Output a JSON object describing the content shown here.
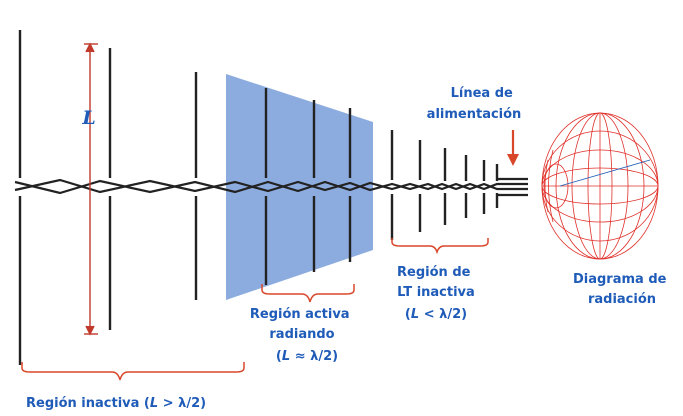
{
  "diagram": {
    "length_symbol": "L",
    "feed_line_label": [
      "Línea de",
      "alimentación"
    ],
    "active_region_label": [
      "Región activa",
      "radiando"
    ],
    "active_region_condition_paren": "(",
    "active_region_condition_var": "L",
    "active_region_condition_rest": " ≈ λ/2)",
    "lt_inactive_label": [
      "Región de",
      "LT inactiva"
    ],
    "lt_inactive_condition_paren": "(",
    "lt_inactive_condition_var": "L",
    "lt_inactive_condition_rest": " < λ/2)",
    "radiation_pattern_label": [
      "Diagrama de",
      "radiación"
    ],
    "inactive_region_label_prefix": "Región inactiva (",
    "inactive_region_label_var": "L",
    "inactive_region_label_rest": " > λ/2)"
  },
  "colors": {
    "element": "#222222",
    "dimension": "#c0392b",
    "active_fill": "#7fa3dc",
    "label_blue": "#1f5bb8",
    "brace_red": "#d9472b",
    "pattern_red": "#e0302a"
  }
}
